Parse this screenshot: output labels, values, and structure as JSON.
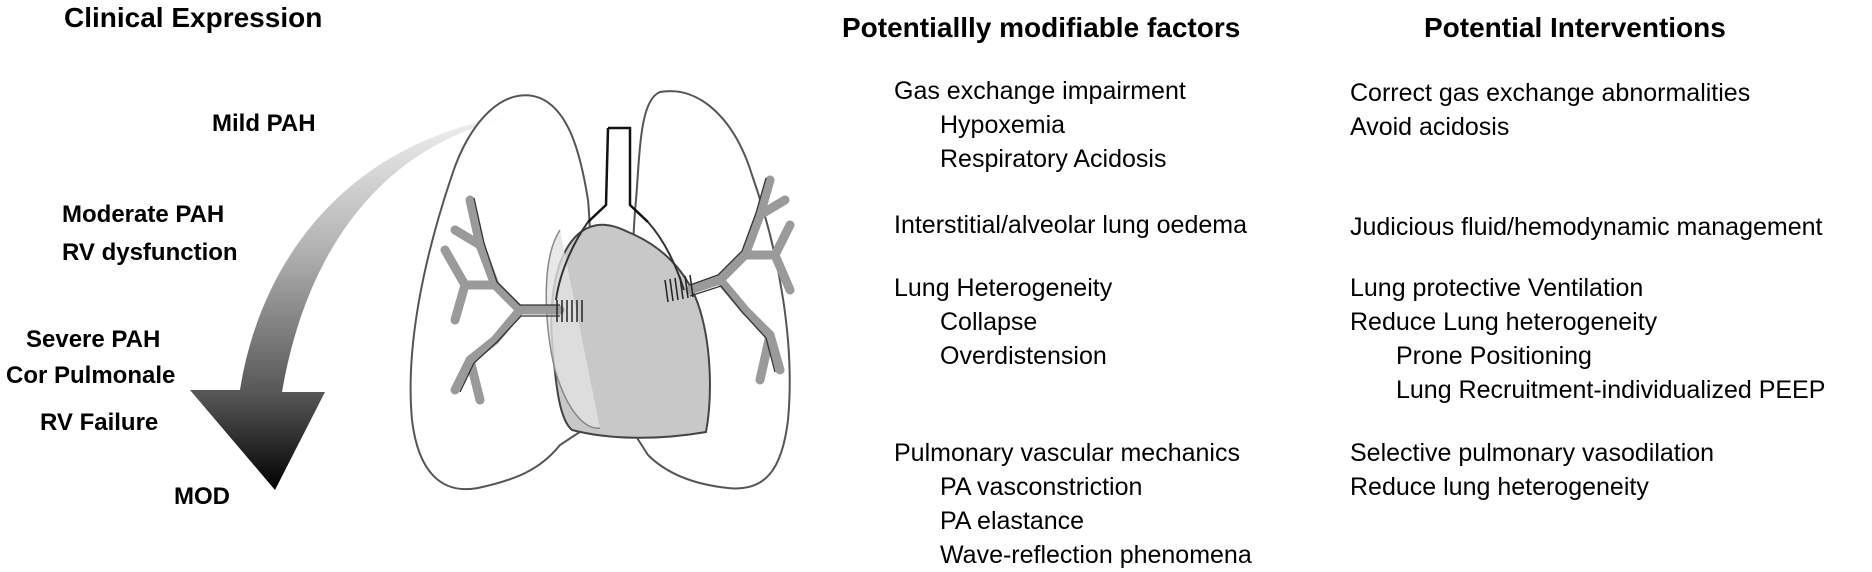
{
  "headers": {
    "clinical": "Clinical Expression",
    "factors": "Potentiallly modifiable factors",
    "interventions": "Potential Interventions"
  },
  "stages": [
    "Mild PAH",
    "Moderate PAH",
    "RV dysfunction",
    "Severe PAH",
    "Cor Pulmonale",
    "RV Failure",
    "MOD"
  ],
  "factors": [
    {
      "title": "Gas exchange impairment",
      "subs": [
        "Hypoxemia",
        "Respiratory Acidosis"
      ]
    },
    {
      "title": "Interstitial/alveolar lung oedema",
      "subs": []
    },
    {
      "title": "Lung Heterogeneity",
      "subs": [
        "Collapse",
        "Overdistension"
      ]
    },
    {
      "title": "Pulmonary vascular mechanics",
      "subs": [
        "PA vasconstriction",
        "PA elastance",
        "Wave-reflection phenomena"
      ]
    }
  ],
  "interventions": [
    {
      "lines": [
        "Correct gas exchange abnormalities",
        "Avoid acidosis"
      ],
      "subs": []
    },
    {
      "lines": [
        "Judicious fluid/hemodynamic management"
      ],
      "subs": []
    },
    {
      "lines": [
        "Lung protective Ventilation",
        "Reduce Lung heterogeneity"
      ],
      "subs": [
        "Prone Positioning",
        "Lung Recruitment-individualized PEEP"
      ]
    },
    {
      "lines": [
        "Selective pulmonary vasodilation",
        "Reduce lung heterogeneity"
      ],
      "subs": []
    }
  ],
  "icons": {
    "arrow": "severity-arrow-icon",
    "illustration": "lungs-heart-illustration"
  }
}
